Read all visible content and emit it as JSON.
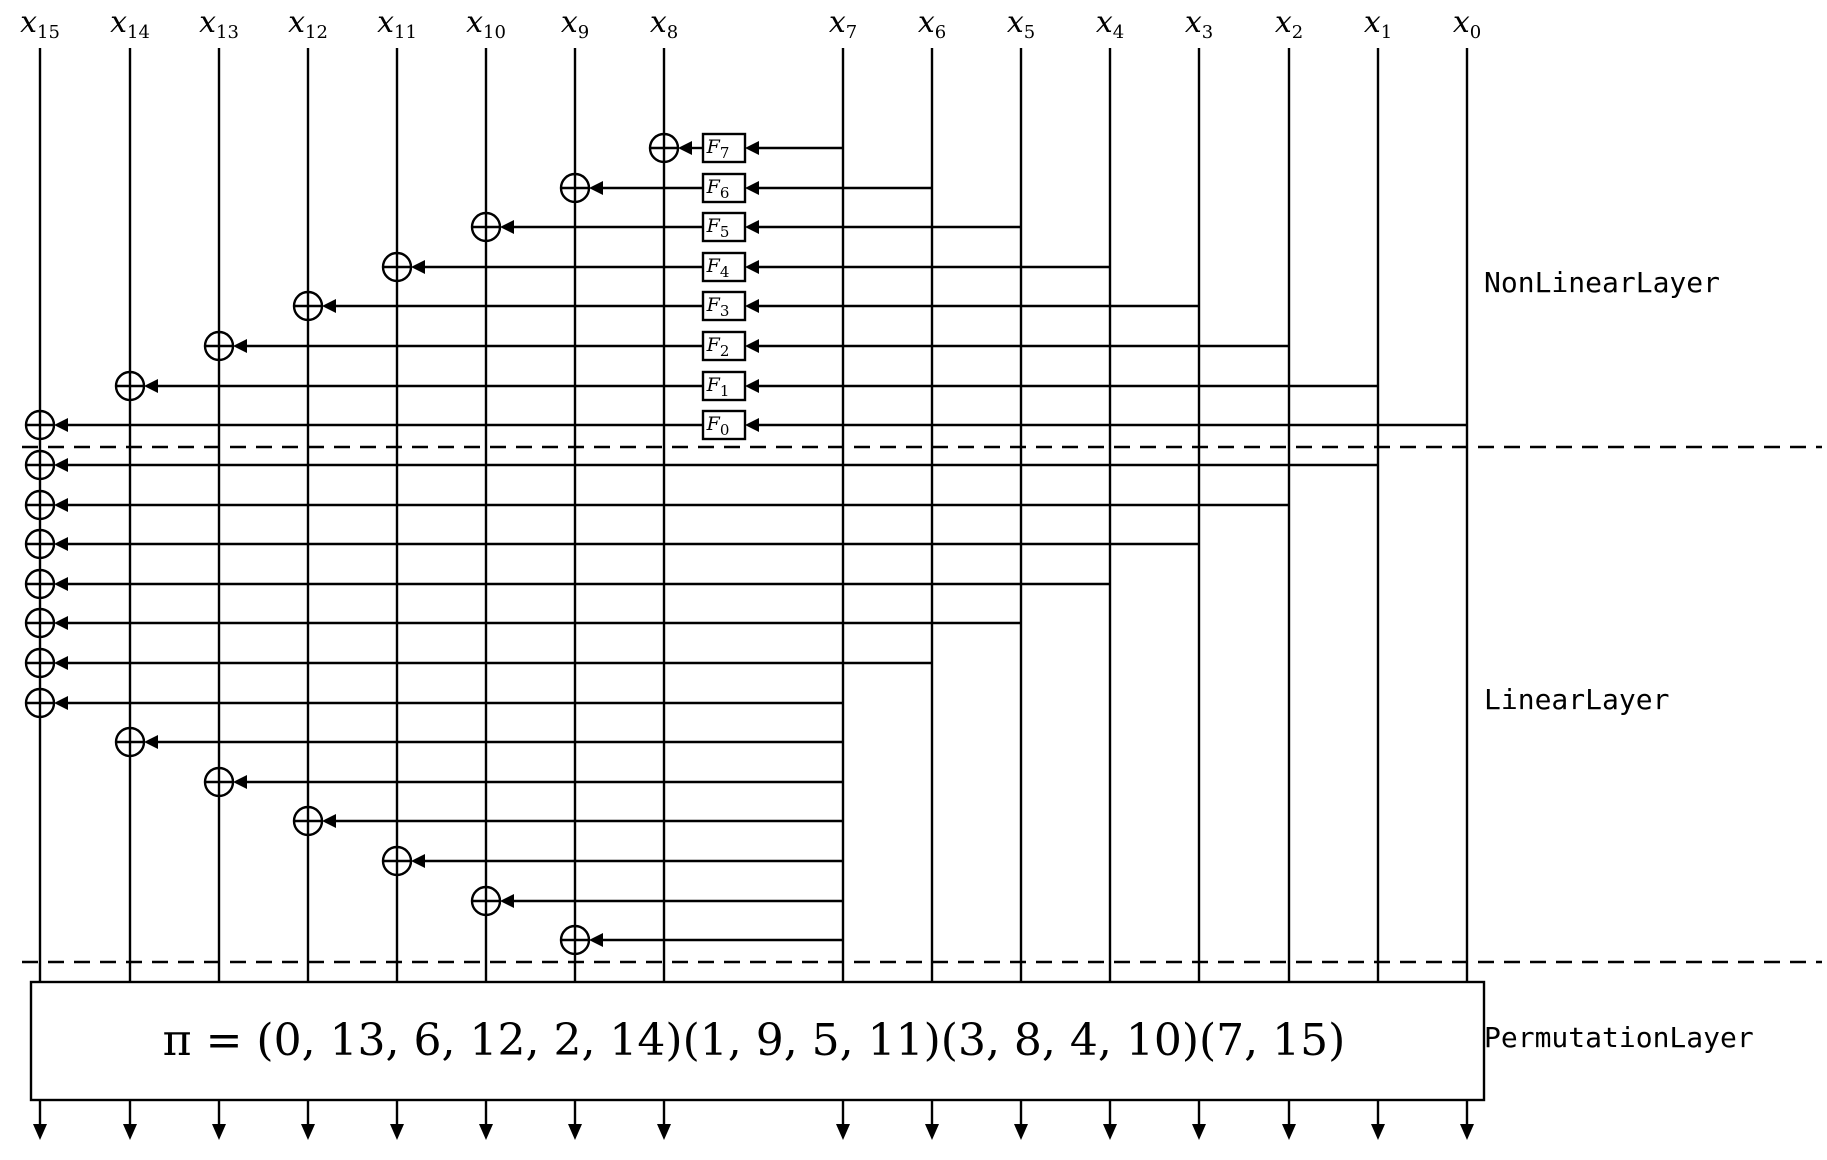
{
  "variables": [
    {
      "base": "x",
      "sub": "15"
    },
    {
      "base": "x",
      "sub": "14"
    },
    {
      "base": "x",
      "sub": "13"
    },
    {
      "base": "x",
      "sub": "12"
    },
    {
      "base": "x",
      "sub": "11"
    },
    {
      "base": "x",
      "sub": "10"
    },
    {
      "base": "x",
      "sub": "9"
    },
    {
      "base": "x",
      "sub": "8"
    },
    {
      "base": "x",
      "sub": "7"
    },
    {
      "base": "x",
      "sub": "6"
    },
    {
      "base": "x",
      "sub": "5"
    },
    {
      "base": "x",
      "sub": "4"
    },
    {
      "base": "x",
      "sub": "3"
    },
    {
      "base": "x",
      "sub": "2"
    },
    {
      "base": "x",
      "sub": "1"
    },
    {
      "base": "x",
      "sub": "0"
    }
  ],
  "functions": [
    {
      "base": "F",
      "sub": "7"
    },
    {
      "base": "F",
      "sub": "6"
    },
    {
      "base": "F",
      "sub": "5"
    },
    {
      "base": "F",
      "sub": "4"
    },
    {
      "base": "F",
      "sub": "3"
    },
    {
      "base": "F",
      "sub": "2"
    },
    {
      "base": "F",
      "sub": "1"
    },
    {
      "base": "F",
      "sub": "0"
    }
  ],
  "layers": {
    "nonlinear": "NonLinearLayer",
    "linear": "LinearLayer",
    "permutation": "PermutationLayer"
  },
  "permutation": {
    "formula": "π = (0, 13, 6, 12, 2, 14)(1, 9, 5, 11)(3, 8, 4, 10)(7, 15)"
  },
  "connections": {
    "nonlinear": [
      {
        "from": 7,
        "to": 8,
        "via": "F7"
      },
      {
        "from": 6,
        "to": 9,
        "via": "F6"
      },
      {
        "from": 5,
        "to": 10,
        "via": "F5"
      },
      {
        "from": 4,
        "to": 11,
        "via": "F4"
      },
      {
        "from": 3,
        "to": 12,
        "via": "F3"
      },
      {
        "from": 2,
        "to": 13,
        "via": "F2"
      },
      {
        "from": 1,
        "to": 14,
        "via": "F1"
      },
      {
        "from": 0,
        "to": 15,
        "via": "F0"
      }
    ],
    "linear": [
      {
        "from": 1,
        "to": 15
      },
      {
        "from": 2,
        "to": 15
      },
      {
        "from": 3,
        "to": 15
      },
      {
        "from": 4,
        "to": 15
      },
      {
        "from": 5,
        "to": 15
      },
      {
        "from": 6,
        "to": 15
      },
      {
        "from": 7,
        "to": 15
      },
      {
        "from": 7,
        "to": 14
      },
      {
        "from": 7,
        "to": 13
      },
      {
        "from": 7,
        "to": 12
      },
      {
        "from": 7,
        "to": 11
      },
      {
        "from": 7,
        "to": 10
      },
      {
        "from": 7,
        "to": 9
      }
    ]
  }
}
